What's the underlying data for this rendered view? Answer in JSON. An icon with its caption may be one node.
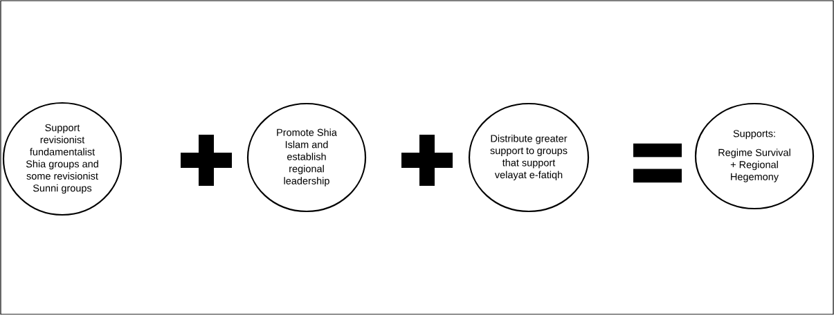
{
  "diagram": {
    "nodes": [
      {
        "text": [
          "Support revisionist fundamentalist Shia groups and some revisionist Sunni groups"
        ]
      },
      {
        "text": [],
        "shape": "plus"
      },
      {
        "text": [
          "Promote Shia Islam and establish regional leadership"
        ]
      },
      {
        "text": [],
        "shape": "plus"
      },
      {
        "text": [
          "Distribute greater support to groups that support velayat e-fatiqh"
        ]
      },
      {
        "text": [],
        "shape": "equals"
      },
      {
        "text": [
          "Supports:",
          "Regime Survival + Regional Hegemony"
        ]
      }
    ]
  }
}
